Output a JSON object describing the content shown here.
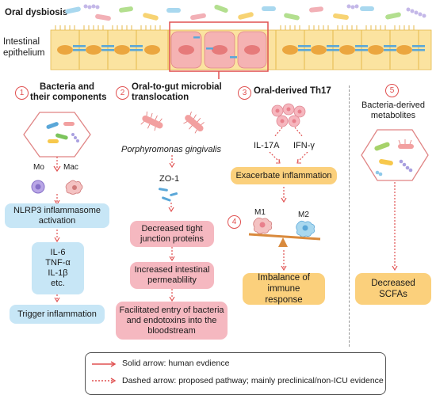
{
  "header": {
    "oral_dysbiosis": "Oral dysbiosis",
    "intestinal": "Intestinal",
    "epithelium": "epithelium"
  },
  "panel1": {
    "number": "1",
    "title_line1": "Bacteria and",
    "title_line2": "their components",
    "mo": "Mo",
    "mac": "Mac",
    "nlrp3": "NLRP3 inflammasome activation",
    "cytokines": [
      "IL-6",
      "TNF-α",
      "IL-1β",
      "etc."
    ],
    "trigger": "Trigger inflammation"
  },
  "panel2": {
    "number": "2",
    "title_line1": "Oral-to-gut microbial",
    "title_line2": "translocation",
    "species": "Porphyromonas gingivalis",
    "zo1": "ZO-1",
    "box1": "Decreased tight junction proteins",
    "box2": "Increased intestinal permeablility",
    "box3": "Facilitated entry of bacteria and endotoxins into the bloodstream"
  },
  "panel3": {
    "number": "3",
    "title": "Oral-derived Th17",
    "il17a": "IL-17A",
    "ifng": "IFN-γ",
    "exacerbate": "Exacerbate inflammation"
  },
  "panel4": {
    "number": "4",
    "m1": "M1",
    "m2": "M2",
    "imbalance": "Imbalance of immune response"
  },
  "panel5": {
    "number": "5",
    "title_line1": "Bacteria-derived",
    "title_line2": "metabolites",
    "decreased": "Decreased SCFAs"
  },
  "legend": {
    "solid": "Solid arrow: human evdience",
    "dashed": "Dashed arrow: proposed pathway; mainly preclinical/non-ICU evidence"
  },
  "colors": {
    "accent_red": "#e05050",
    "epithelium_yellow": "#f7d373",
    "nucleus_orange": "#eba63f",
    "box_blue": "#c7e6f6",
    "box_pink": "#f5b8c0",
    "box_yellow": "#fbd07c"
  }
}
